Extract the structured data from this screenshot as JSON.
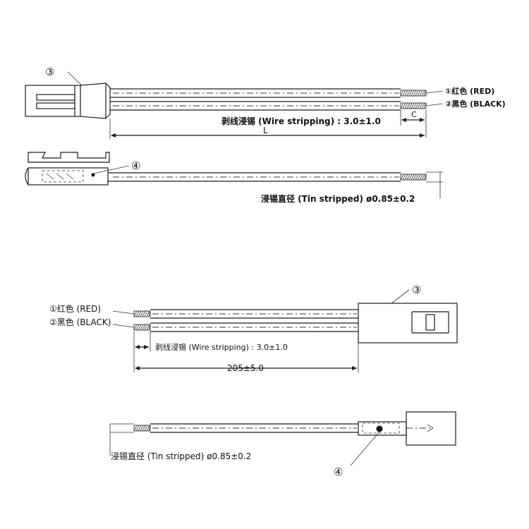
{
  "top_view": {
    "callout_connector": "③",
    "callout_terminal": "④",
    "wire_red_label": "①红色 (RED)",
    "wire_black_label": "②黑色 (BLACK)",
    "stripping_label": "剥线浸锡 (Wire stripping) : 3.0±1.0",
    "dim_c": "C",
    "dim_l": "L",
    "tin_label": "浸锡直径 (Tin stripped)  ø0.85±0.2"
  },
  "bottom_view": {
    "callout_connector": "③",
    "callout_terminal": "④",
    "wire_red_label": "①红色 (RED)",
    "wire_black_label": "②黑色 (BLACK)",
    "stripping_label": "剥线浸锡 (Wire stripping) : 3.0±1.0",
    "length_label": "205±5.0",
    "tin_label": "浸锡直径 (Tin stripped)  ø0.85±0.2"
  }
}
